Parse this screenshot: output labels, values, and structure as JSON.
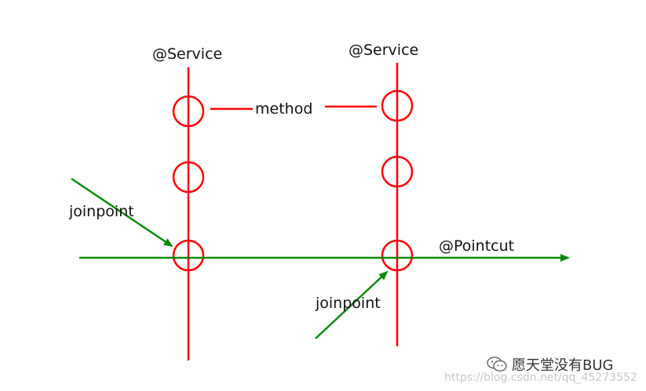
{
  "colors": {
    "service_line": "#ff0000",
    "pointcut_arrow": "#0a8a0a",
    "joinpoint_arrow": "#0a8a0a",
    "text": "#111111"
  },
  "labels": {
    "service_left": "@Service",
    "service_right": "@Service",
    "method": "method",
    "pointcut": "@Pointcut",
    "joinpoint_upper": "joinpoint",
    "joinpoint_lower": "joinpoint"
  },
  "watermark": {
    "icon": "wechat-icon",
    "title": "愿天堂没有BUG",
    "url": "https://blog.csdn.net/qq_45273552"
  }
}
